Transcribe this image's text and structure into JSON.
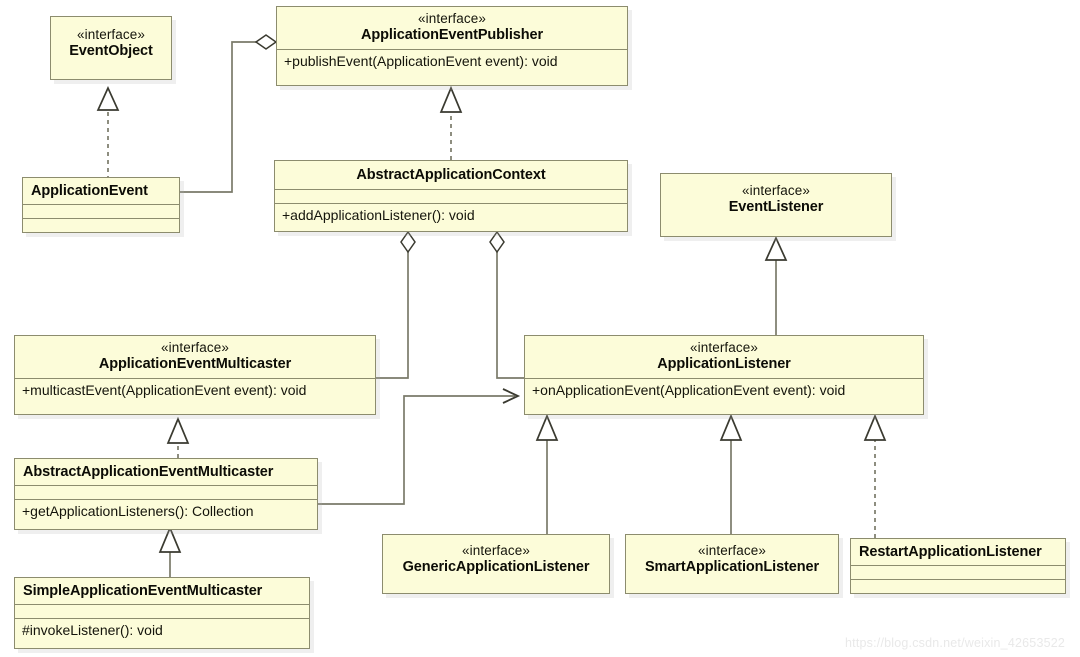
{
  "diagram": {
    "title": "Spring ApplicationEvent / ApplicationListener UML class diagram",
    "type": "uml-class-diagram",
    "colors": {
      "box_fill": "#fcfcd9",
      "box_border": "#8c8c6e",
      "line": "#7a7a6a",
      "text": "#14140b",
      "background": "#ffffff",
      "watermark": "#e9e9e9"
    },
    "stereotype_label": "«interface»",
    "watermark": "https://blog.csdn.net/weixin_42653522",
    "classes": [
      {
        "id": "EventObject",
        "stereotype": "«interface»",
        "name": "EventObject",
        "members": []
      },
      {
        "id": "ApplicationEventPublisher",
        "stereotype": "«interface»",
        "name": "ApplicationEventPublisher",
        "members": [
          "+publishEvent(ApplicationEvent event): void"
        ]
      },
      {
        "id": "ApplicationEvent",
        "stereotype": "",
        "name": "ApplicationEvent",
        "members": [
          "",
          ""
        ]
      },
      {
        "id": "AbstractApplicationContext",
        "stereotype": "",
        "name": "AbstractApplicationContext",
        "members": [
          "",
          "+addApplicationListener(): void"
        ]
      },
      {
        "id": "EventListener",
        "stereotype": "«interface»",
        "name": "EventListener",
        "members": []
      },
      {
        "id": "ApplicationEventMulticaster",
        "stereotype": "«interface»",
        "name": "ApplicationEventMulticaster",
        "members": [
          "+multicastEvent(ApplicationEvent event): void"
        ]
      },
      {
        "id": "ApplicationListener",
        "stereotype": "«interface»",
        "name": "ApplicationListener",
        "members": [
          "+onApplicationEvent(ApplicationEvent event): void"
        ]
      },
      {
        "id": "AbstractApplicationEventMulticaster",
        "stereotype": "",
        "name": "AbstractApplicationEventMulticaster",
        "members": [
          "",
          "+getApplicationListeners(): Collection"
        ]
      },
      {
        "id": "SimpleApplicationEventMulticaster",
        "stereotype": "",
        "name": "SimpleApplicationEventMulticaster",
        "members": [
          "",
          "#invokeListener(): void"
        ]
      },
      {
        "id": "GenericApplicationListener",
        "stereotype": "«interface»",
        "name": "GenericApplicationListener",
        "members": []
      },
      {
        "id": "SmartApplicationListener",
        "stereotype": "«interface»",
        "name": "SmartApplicationListener",
        "members": []
      },
      {
        "id": "RestartApplicationListener",
        "stereotype": "",
        "name": "RestartApplicationListener",
        "members": [
          "",
          ""
        ]
      }
    ],
    "relationships": [
      {
        "from": "ApplicationEvent",
        "to": "EventObject",
        "kind": "realization",
        "style": "dashed",
        "head": "hollow-triangle"
      },
      {
        "from": "AbstractApplicationContext",
        "to": "ApplicationEventPublisher",
        "kind": "realization",
        "style": "dashed",
        "head": "hollow-triangle"
      },
      {
        "from": "ApplicationEventPublisher",
        "to": "ApplicationEvent",
        "kind": "aggregation",
        "style": "solid",
        "head": "hollow-diamond"
      },
      {
        "from": "AbstractApplicationContext",
        "to": "ApplicationEventMulticaster",
        "kind": "aggregation",
        "style": "solid",
        "head": "hollow-diamond"
      },
      {
        "from": "AbstractApplicationContext",
        "to": "ApplicationListener",
        "kind": "aggregation",
        "style": "solid",
        "head": "hollow-diamond"
      },
      {
        "from": "AbstractApplicationEventMulticaster",
        "to": "ApplicationEventMulticaster",
        "kind": "realization",
        "style": "dashed",
        "head": "hollow-triangle"
      },
      {
        "from": "AbstractApplicationEventMulticaster",
        "to": "ApplicationListener",
        "kind": "association",
        "style": "solid",
        "head": "open-arrow"
      },
      {
        "from": "SimpleApplicationEventMulticaster",
        "to": "AbstractApplicationEventMulticaster",
        "kind": "generalization",
        "style": "solid",
        "head": "hollow-triangle"
      },
      {
        "from": "ApplicationListener",
        "to": "EventListener",
        "kind": "generalization",
        "style": "solid",
        "head": "hollow-triangle"
      },
      {
        "from": "GenericApplicationListener",
        "to": "ApplicationListener",
        "kind": "generalization",
        "style": "solid",
        "head": "hollow-triangle"
      },
      {
        "from": "SmartApplicationListener",
        "to": "ApplicationListener",
        "kind": "generalization",
        "style": "solid",
        "head": "hollow-triangle"
      },
      {
        "from": "RestartApplicationListener",
        "to": "ApplicationListener",
        "kind": "realization",
        "style": "dashed",
        "head": "hollow-triangle"
      }
    ]
  }
}
